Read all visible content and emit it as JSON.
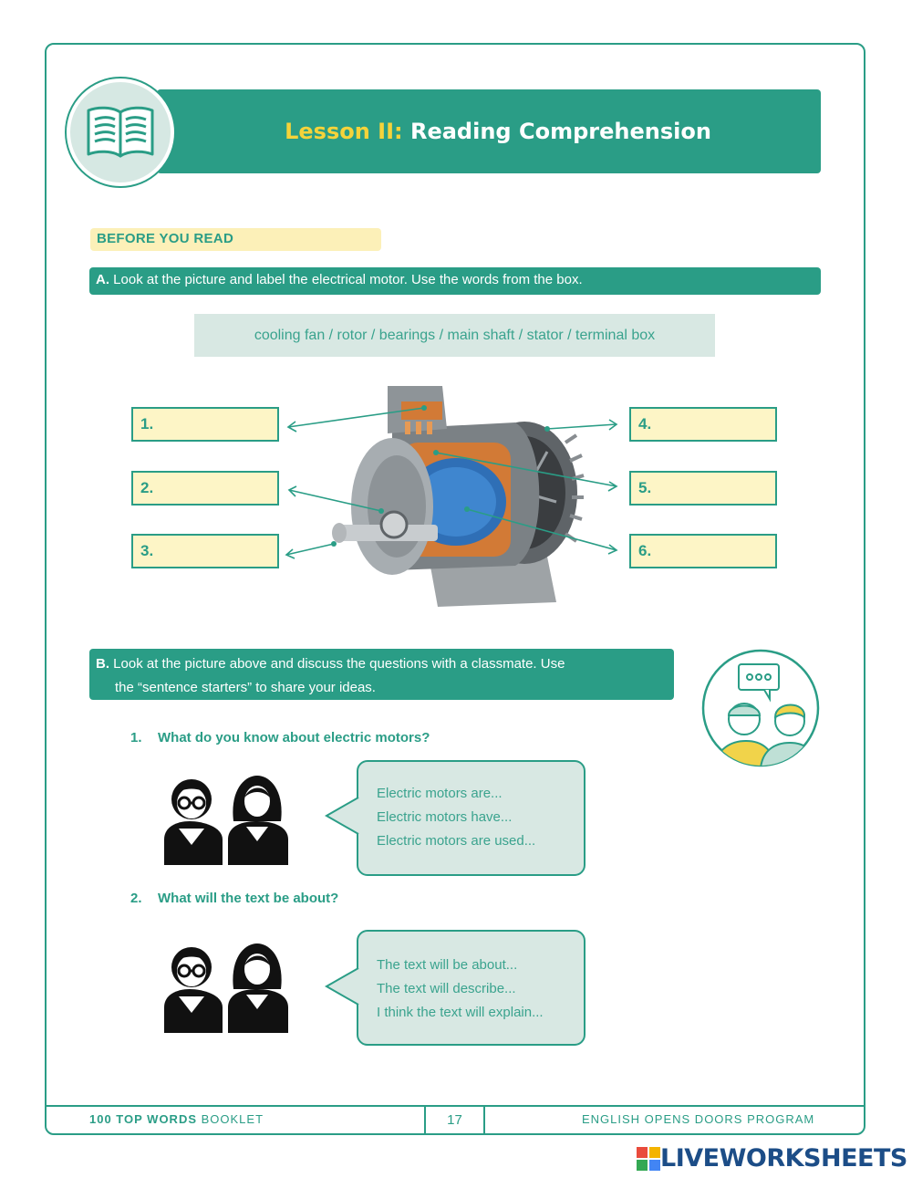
{
  "header": {
    "lesson_prefix": "Lesson II:",
    "lesson_title": " Reading Comprehension",
    "icon": "open-book-icon"
  },
  "before_you_read": "BEFORE YOU READ",
  "section_a": {
    "letter": "A.",
    "instruction": " Look at the picture and label the electrical motor.  Use the words from the box.",
    "word_box": "cooling fan / rotor / bearings / main shaft / stator / terminal box",
    "labels": [
      "1.",
      "2.",
      "3.",
      "4.",
      "5.",
      "6."
    ]
  },
  "section_b": {
    "letter": "B.",
    "instruction_line1": " Look at the picture above and discuss the questions with a classmate. Use",
    "instruction_line2": "the “sentence starters” to share your ideas.",
    "questions": [
      {
        "number": "1.",
        "text": "What do you know about electric motors?",
        "starters": [
          "Electric motors are...",
          "Electric motors have...",
          "Electric motors are used..."
        ]
      },
      {
        "number": "2.",
        "text": "What will the text be about?",
        "starters": [
          "The text will be about...",
          "The text will describe...",
          "I think the text will explain..."
        ]
      }
    ]
  },
  "footer": {
    "left_bold": "100 TOP WORDS",
    "left_rest": " BOOKLET",
    "page": "17",
    "right": "ENGLISH OPENS DOORS PROGRAM"
  },
  "watermark": {
    "mark": "LIVE",
    "text": "LIVEWORKSHEETS"
  },
  "colors": {
    "teal": "#2a9d86",
    "yellow_accent": "#f5d33a",
    "label_fill": "#fdf5c6",
    "bubble_fill": "#d8e8e3"
  }
}
